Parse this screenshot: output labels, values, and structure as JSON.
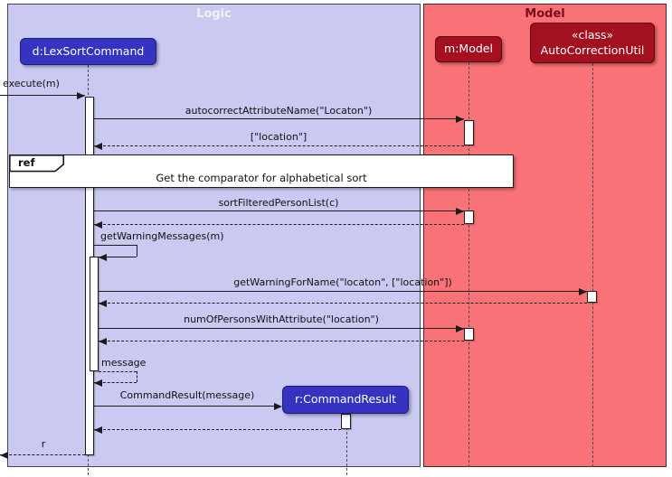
{
  "frames": {
    "logic": {
      "title": "Logic"
    },
    "model": {
      "title": "Model"
    }
  },
  "participants": {
    "lexsort": {
      "label": "d:LexSortCommand"
    },
    "model": {
      "label": "m:Model"
    },
    "autocorrect": {
      "stereotype": "«class»",
      "name": "AutoCorrectionUtil"
    },
    "commandresult": {
      "label": "r:CommandResult"
    }
  },
  "ref_fragment": {
    "keyword": "ref",
    "text": "Get the comparator for alphabetical sort"
  },
  "messages": {
    "execute": "execute(m)",
    "autocorrect_attribute": "autocorrectAttributeName(\"Locaton\")",
    "location_return": "[\"location\"]",
    "sort_filtered": "sortFilteredPersonList(c)",
    "get_warning_messages": "getWarningMessages(m)",
    "get_warning_for_name": "getWarningForName(\"locaton\", [\"location\"])",
    "num_of_persons": "numOfPersonsWithAttribute(\"location\")",
    "message_return": "message",
    "command_result": "CommandResult(message)",
    "r_return": "r"
  },
  "colors": {
    "logic_background": "#c9c9f2",
    "model_background": "#f87277",
    "participant_blue": "#3434c0",
    "participant_red": "#a31020",
    "line": "#1c1c1c"
  }
}
